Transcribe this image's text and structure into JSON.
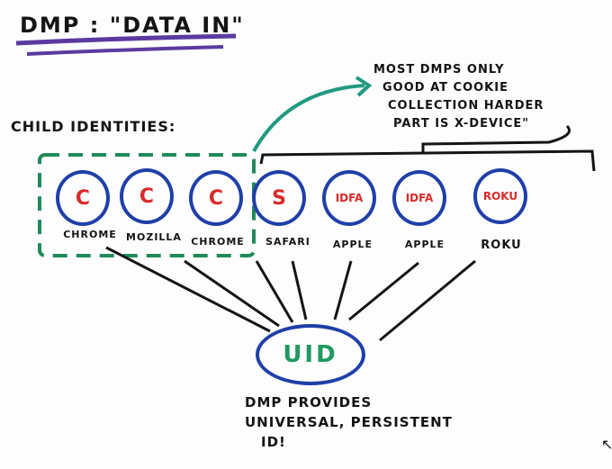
{
  "title": "DMP : \"DATA IN\"",
  "child_identities_label": "Child Identities:",
  "note": {
    "lines": [
      "Most DMPs only",
      "good at cookie",
      "collection harder",
      "part is X-device\""
    ]
  },
  "nodes": [
    {
      "symbol": "C",
      "label": "Chrome"
    },
    {
      "symbol": "C",
      "label": "Mozilla"
    },
    {
      "symbol": "C",
      "label": "Chrome"
    },
    {
      "symbol": "S",
      "label": "Safari"
    },
    {
      "symbol": "IDFA",
      "label": "Apple"
    },
    {
      "symbol": "IDFA",
      "label": "Apple"
    },
    {
      "symbol": "ROKU",
      "label": "Roku"
    }
  ],
  "uid": {
    "label": "UID"
  },
  "bottom_text": {
    "lines": [
      "DMP provides",
      "universal, persistent",
      "ID!"
    ]
  },
  "colors": {
    "node_border": "#1f3fa8",
    "node_text": "#d92a2a",
    "dashed_group": "#1f8a5a",
    "underline": "#5b3aa0",
    "uid_text": "#1f9a60"
  }
}
